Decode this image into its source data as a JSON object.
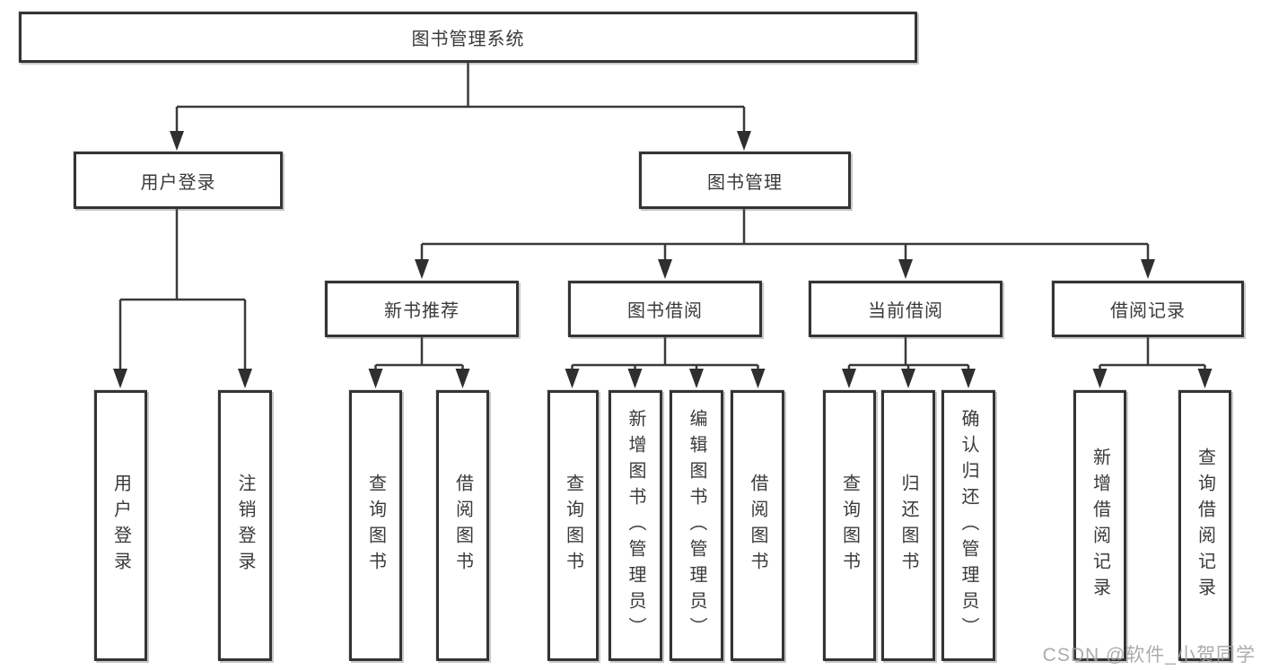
{
  "tree": {
    "root": {
      "label": "图书管理系统"
    },
    "branches": [
      {
        "label": "用户登录",
        "children": [
          {
            "label": "用户登录"
          },
          {
            "label": "注销登录"
          }
        ]
      },
      {
        "label": "图书管理",
        "children": [
          {
            "label": "新书推荐",
            "children": [
              {
                "label": "查询图书"
              },
              {
                "label": "借阅图书"
              }
            ]
          },
          {
            "label": "图书借阅",
            "children": [
              {
                "label": "查询图书"
              },
              {
                "label": "新增图书（管理员）"
              },
              {
                "label": "编辑图书（管理员）"
              },
              {
                "label": "借阅图书"
              }
            ]
          },
          {
            "label": "当前借阅",
            "children": [
              {
                "label": "查询图书"
              },
              {
                "label": "归还图书"
              },
              {
                "label": "确认归还（管理员）"
              }
            ]
          },
          {
            "label": "借阅记录",
            "children": [
              {
                "label": "新增借阅记录"
              },
              {
                "label": "查询借阅记录"
              }
            ]
          }
        ]
      }
    ]
  },
  "watermark": {
    "text": "CSDN @软件_小贺同学"
  },
  "colors": {
    "line": "#3a3a3a",
    "arrow": "#2f2f2f",
    "border": "#343434",
    "text": "#3a3a3a",
    "background": "#ffffff",
    "watermark": "#a3a3a3"
  }
}
